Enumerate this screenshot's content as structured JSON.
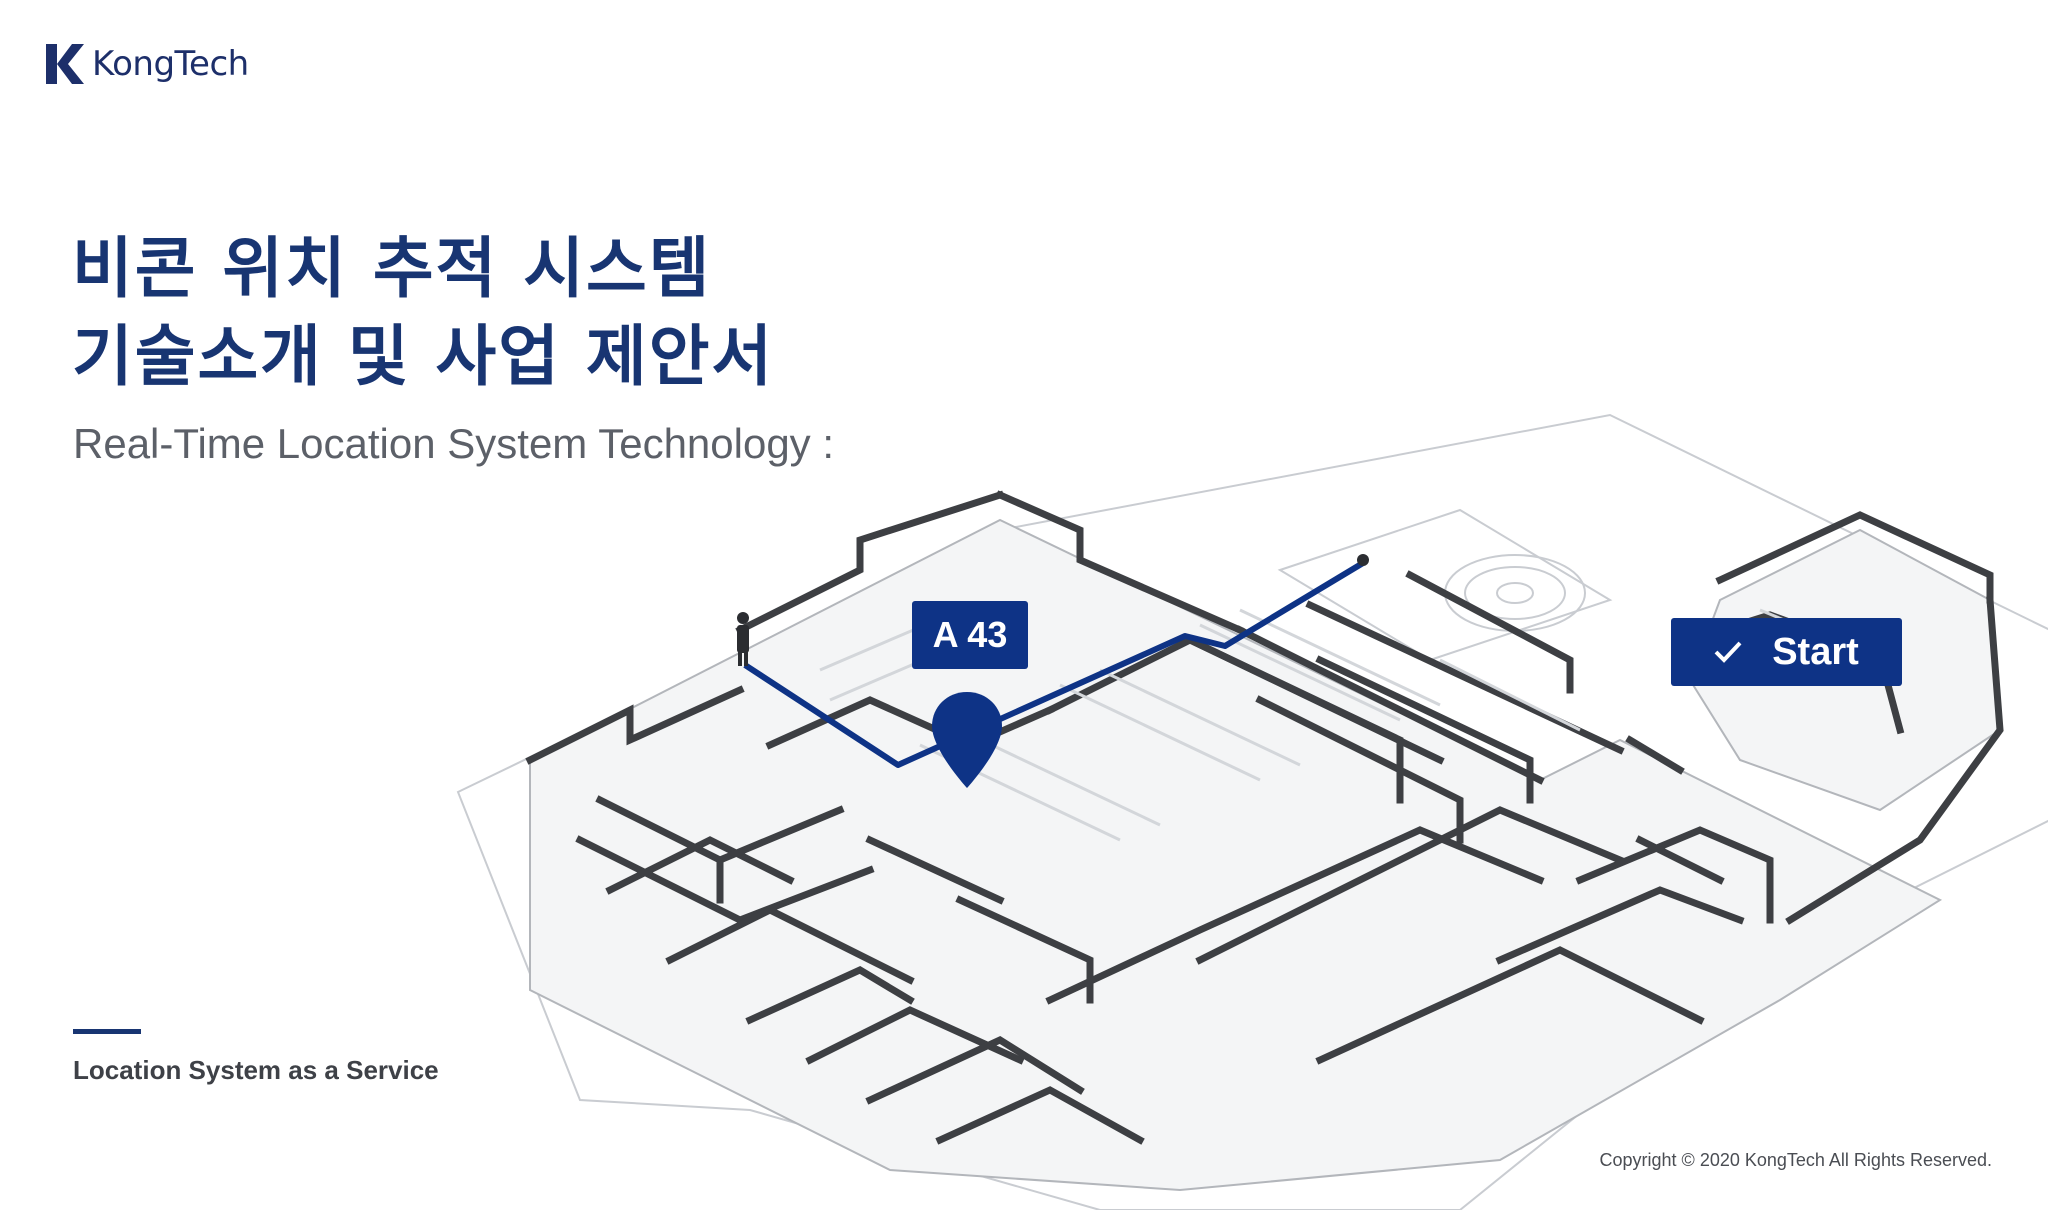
{
  "brand": {
    "name": "KongTech"
  },
  "title": {
    "line1": "비콘 위치 추적 시스템",
    "line2": "기술소개 및 사업 제안서"
  },
  "subtitle": "Real-Time Location System Technology :",
  "tagline": "Location System as a Service",
  "copyright": "Copyright © 2020  KongTech All Rights Reserved.",
  "map": {
    "location_label": "A 43",
    "start_label": "Start",
    "icons": [
      "location-pin-icon",
      "check-icon",
      "person-icon"
    ],
    "colors": {
      "accent": "#0e3386",
      "title": "#183572",
      "route": "#0e3386"
    }
  }
}
